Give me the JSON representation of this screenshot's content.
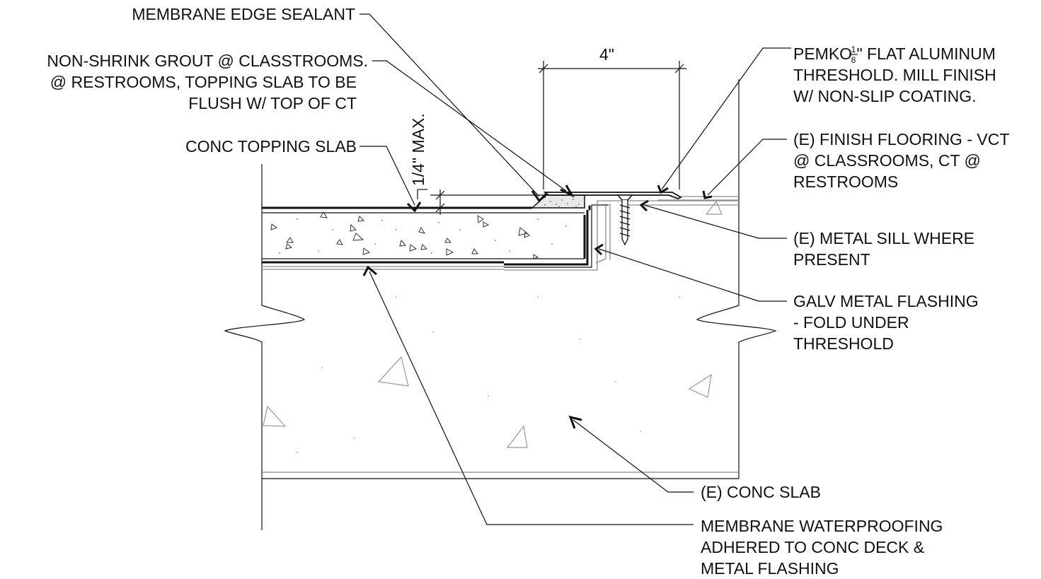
{
  "labels": {
    "membrane_edge_sealant": "MEMBRANE EDGE SEALANT",
    "grout_line1": "NON-SHRINK GROUT @ CLASSTROOMS.",
    "grout_line2": "@ RESTROOMS, TOPPING SLAB TO BE",
    "grout_line3": "FLUSH W/ TOP OF CT",
    "conc_topping_slab": "CONC TOPPING SLAB",
    "dim_max": "1/4\" MAX.",
    "dim_width": "4\"",
    "pemko_prefix": "PEMKO ",
    "pemko_frac_num": "1",
    "pemko_frac_den": "8",
    "pemko_suffix": "\" FLAT ALUMINUM",
    "pemko_line2": "THRESHOLD. MILL FINISH",
    "pemko_line3": "W/ NON-SLIP COATING.",
    "finish_line1": "(E) FINISH FLOORING - VCT",
    "finish_line2": "@ CLASSROOMS, CT @",
    "finish_line3": "RESTROOMS",
    "sill_line1": "(E) METAL SILL WHERE",
    "sill_line2": "PRESENT",
    "flash_line1": "GALV METAL FLASHING",
    "flash_line2": "- FOLD UNDER",
    "flash_line3": "THRESHOLD",
    "conc_slab": "(E) CONC SLAB",
    "memb_line1": "MEMBRANE WATERPROOFING",
    "memb_line2": "ADHERED TO CONC DECK &",
    "memb_line3": "METAL FLASHING"
  }
}
